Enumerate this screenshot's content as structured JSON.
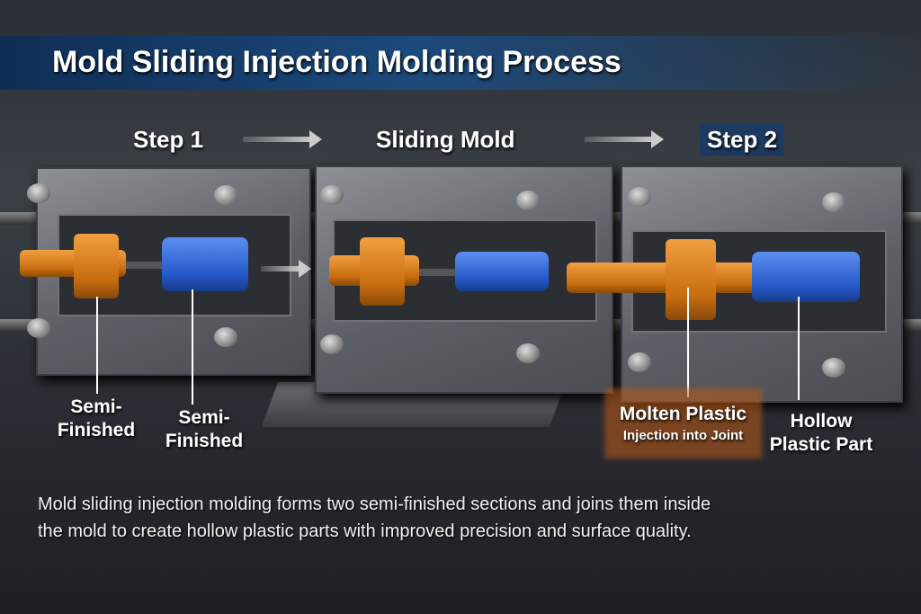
{
  "title": "Mold Sliding Injection Molding Process",
  "steps": [
    {
      "label": "Step 1"
    },
    {
      "label": "Sliding Mold"
    },
    {
      "label": "Step 2"
    }
  ],
  "labels": {
    "semi_finished_1": [
      "Semi-",
      "Finished"
    ],
    "semi_finished_2": [
      "Semi-",
      "Finished"
    ],
    "molten_plastic": "Molten Plastic",
    "molten_plastic_sub": "Injection into Joint",
    "hollow_part": [
      "Hollow",
      "Plastic Part"
    ]
  },
  "caption": [
    "Mold sliding injection molding forms two semi-finished sections and joins them inside",
    "the mold to create hollow plastic parts with improved precision and surface quality."
  ],
  "colors": {
    "orange_part": "#e08a2a",
    "blue_part": "#2f64d8",
    "title_band": "#1c4a7c"
  }
}
